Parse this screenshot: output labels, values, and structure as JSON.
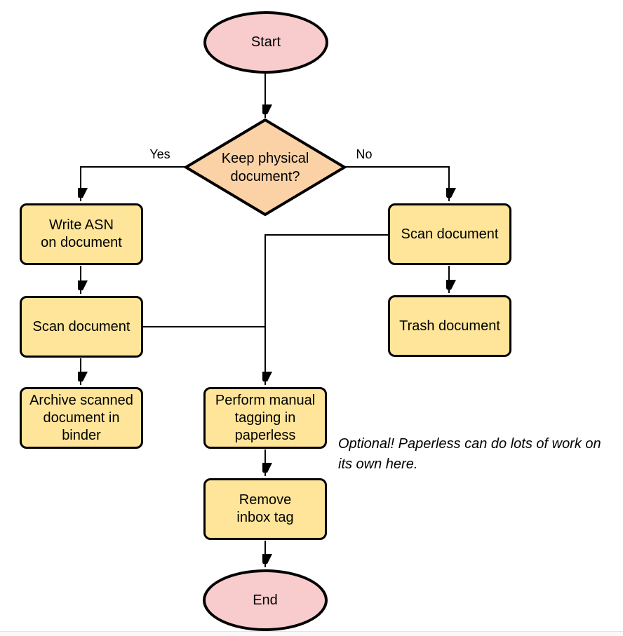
{
  "flowchart": {
    "nodes": {
      "start": {
        "label": "Start",
        "type": "terminal"
      },
      "decision": {
        "label": "Keep physical\ndocument?",
        "type": "decision"
      },
      "write_asn": {
        "label": "Write ASN\non document",
        "type": "process"
      },
      "scan_left": {
        "label": "Scan document",
        "type": "process"
      },
      "archive": {
        "label": "Archive scanned\ndocument in\nbinder",
        "type": "process"
      },
      "scan_right": {
        "label": "Scan document",
        "type": "process"
      },
      "trash": {
        "label": "Trash document",
        "type": "process"
      },
      "tagging": {
        "label": "Perform manual\ntagging in\npaperless",
        "type": "process"
      },
      "remove_inbox": {
        "label": "Remove\ninbox tag",
        "type": "process"
      },
      "end": {
        "label": "End",
        "type": "terminal"
      }
    },
    "edge_labels": {
      "yes": "Yes",
      "no": "No"
    },
    "note": "Optional! Paperless can do lots of work on\nits own here.",
    "colors": {
      "terminal_fill": "#f8cccd",
      "decision_fill": "#fbd2a6",
      "process_fill": "#ffe599",
      "stroke": "#000000"
    }
  }
}
